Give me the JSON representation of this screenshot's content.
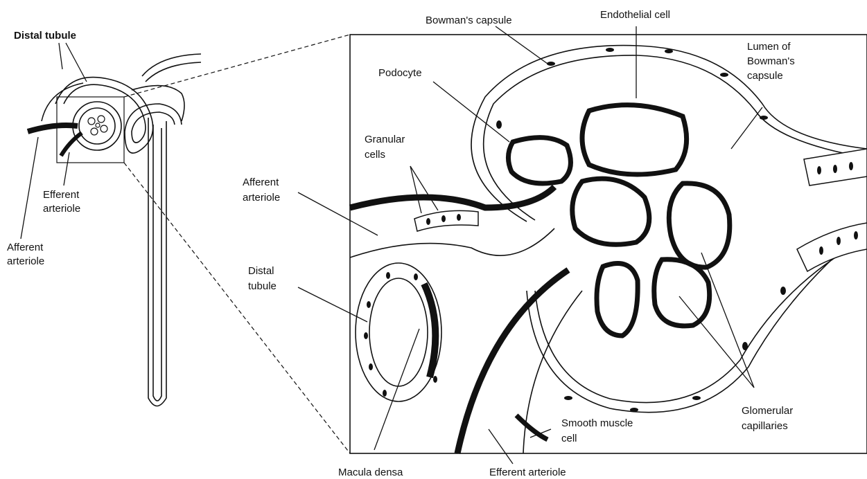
{
  "labels": {
    "distal_tubule_small": "Distal tubule",
    "efferent_arteriole_small": "Efferent\narteriole",
    "afferent_arteriole_small": "Afferent\narteriole",
    "bowmans_capsule": "Bowman's capsule",
    "endothelial_cell": "Endothelial cell",
    "lumen_of_bowmans_capsule": "Lumen of\nBowman's\ncapsule",
    "podocyte": "Podocyte",
    "granular_cells": "Granular\ncells",
    "afferent_arteriole": "Afferent\narteriole",
    "distal_tubule": "Distal\ntubule",
    "glomerular_capillaries": "Glomerular\ncapillaries",
    "smooth_muscle_cell": "Smooth muscle\ncell",
    "macula_densa": "Macula densa",
    "efferent_arteriole": "Efferent arteriole"
  },
  "colors": {
    "ink": "#111111",
    "background": "#ffffff",
    "stipple": "#9a9a9a"
  }
}
